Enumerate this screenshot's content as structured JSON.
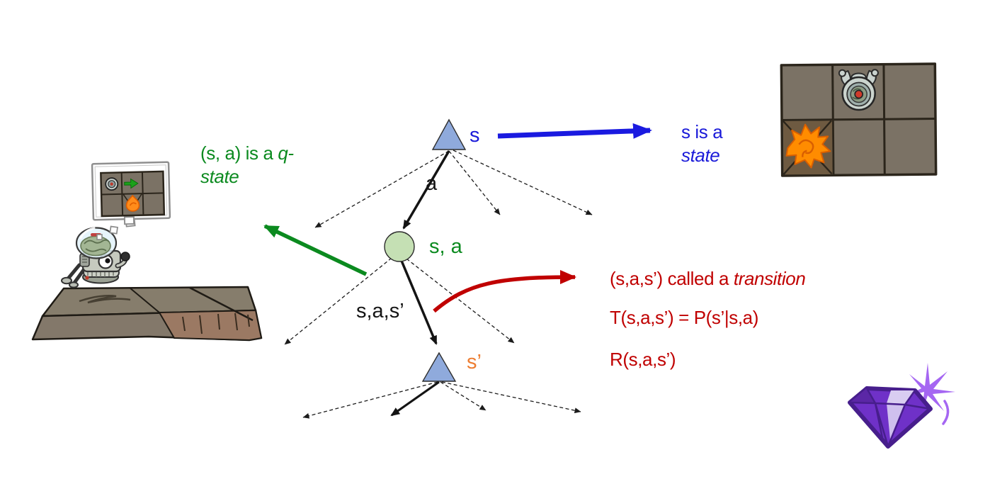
{
  "tree": {
    "state_label": "s",
    "action_label": "a",
    "qstate_label": "s, a",
    "transition_edge_label": "s,a,s’",
    "next_state_label": "s’"
  },
  "callouts": {
    "qstate": {
      "text": "(s, a) is a ",
      "emph": "q-",
      "line2": "state"
    },
    "state": {
      "text": "s is a",
      "line2": "state"
    },
    "transition": {
      "line1_text": "(s,a,s’) called a ",
      "line1_emph": "transition",
      "line2": "T(s,a,s’) = P(s’|s,a)",
      "line3": "R(s,a,s’)"
    }
  },
  "colors": {
    "state_fill": "#8faadc",
    "qstate_fill": "#c5e0b4",
    "blue_arrow": "#1a1ae0",
    "green_arrow": "#0b8a1f",
    "red_arrow": "#c00000",
    "orange_label": "#ed7d31",
    "edge": "#1c1c1c"
  },
  "illustrations": {
    "left": "robot-daydreaming-gridworld",
    "top_right": "gridworld-robot-and-firepit",
    "bottom_right": "purple-gem"
  }
}
